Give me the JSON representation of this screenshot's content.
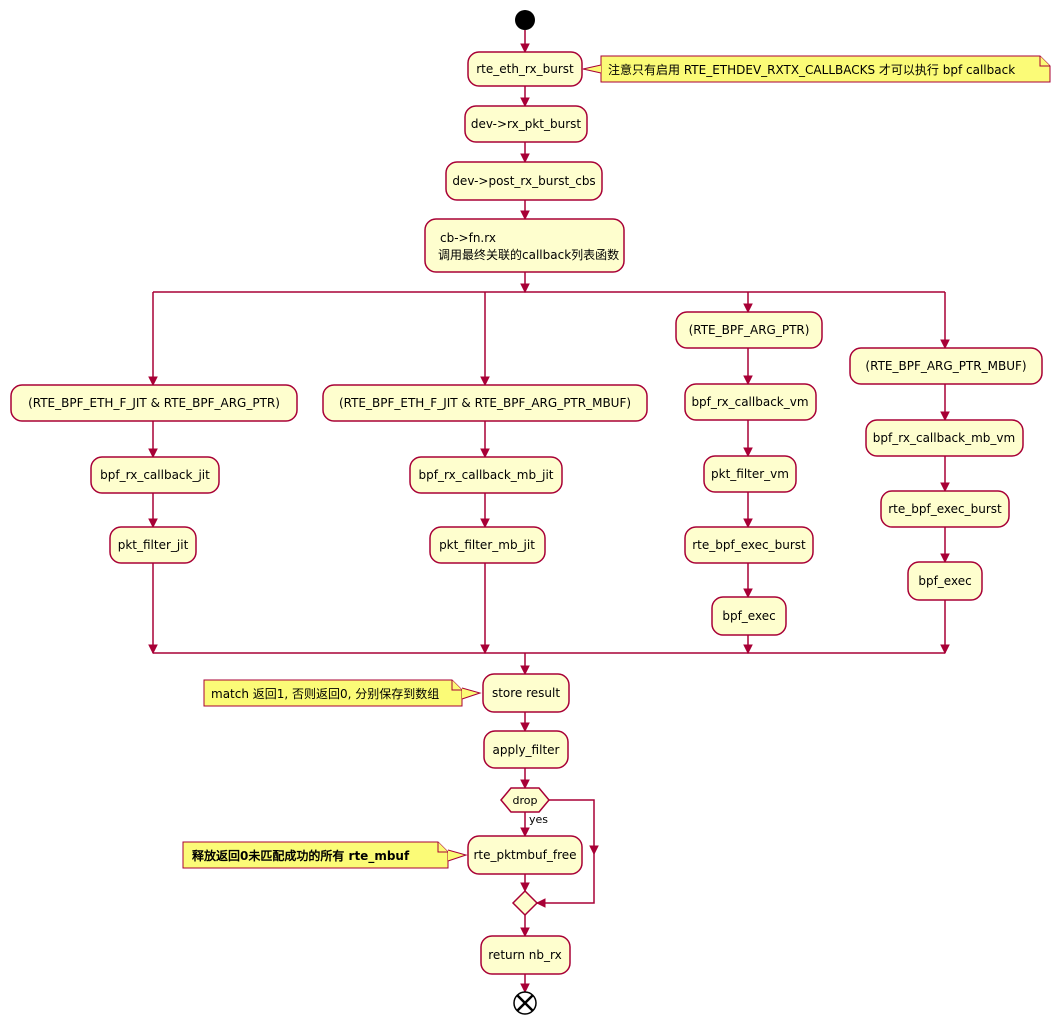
{
  "activities": {
    "rx_burst": "rte_eth_rx_burst",
    "rx_pkt_burst": "dev->rx_pkt_burst",
    "post_rx_cbs": "dev->post_rx_burst_cbs",
    "cb_fn_line1": "cb->fn.rx",
    "cb_fn_line2": "调用最终关联的callback列表函数",
    "b1_cond": "(RTE_BPF_ETH_F_JIT & RTE_BPF_ARG_PTR)",
    "b1_cb": "bpf_rx_callback_jit",
    "b1_filter": "pkt_filter_jit",
    "b2_cond": "(RTE_BPF_ETH_F_JIT & RTE_BPF_ARG_PTR_MBUF)",
    "b2_cb": "bpf_rx_callback_mb_jit",
    "b2_filter": "pkt_filter_mb_jit",
    "b3_cond": "(RTE_BPF_ARG_PTR)",
    "b3_cb": "bpf_rx_callback_vm",
    "b3_filter": "pkt_filter_vm",
    "b3_exec_burst": "rte_bpf_exec_burst",
    "b3_exec": "bpf_exec",
    "b4_cond": "(RTE_BPF_ARG_PTR_MBUF)",
    "b4_cb": "bpf_rx_callback_mb_vm",
    "b4_exec_burst": "rte_bpf_exec_burst",
    "b4_exec": "bpf_exec",
    "store": "store result",
    "apply": "apply_filter",
    "free": "rte_pktmbuf_free",
    "ret": "return nb_rx"
  },
  "decision": {
    "label": "drop",
    "yes": "yes"
  },
  "notes": {
    "callbacks": "注意只有启用 RTE_ETHDEV_RXTX_CALLBACKS 才可以执行 bpf callback",
    "match": "match 返回1, 否则返回0, 分别保存到数组",
    "free": "释放返回0未匹配成功的所有 rte_mbuf"
  },
  "colors": {
    "activity_fill": "#FEFECE",
    "border": "#A80036",
    "note_fill": "#FBFB77"
  }
}
